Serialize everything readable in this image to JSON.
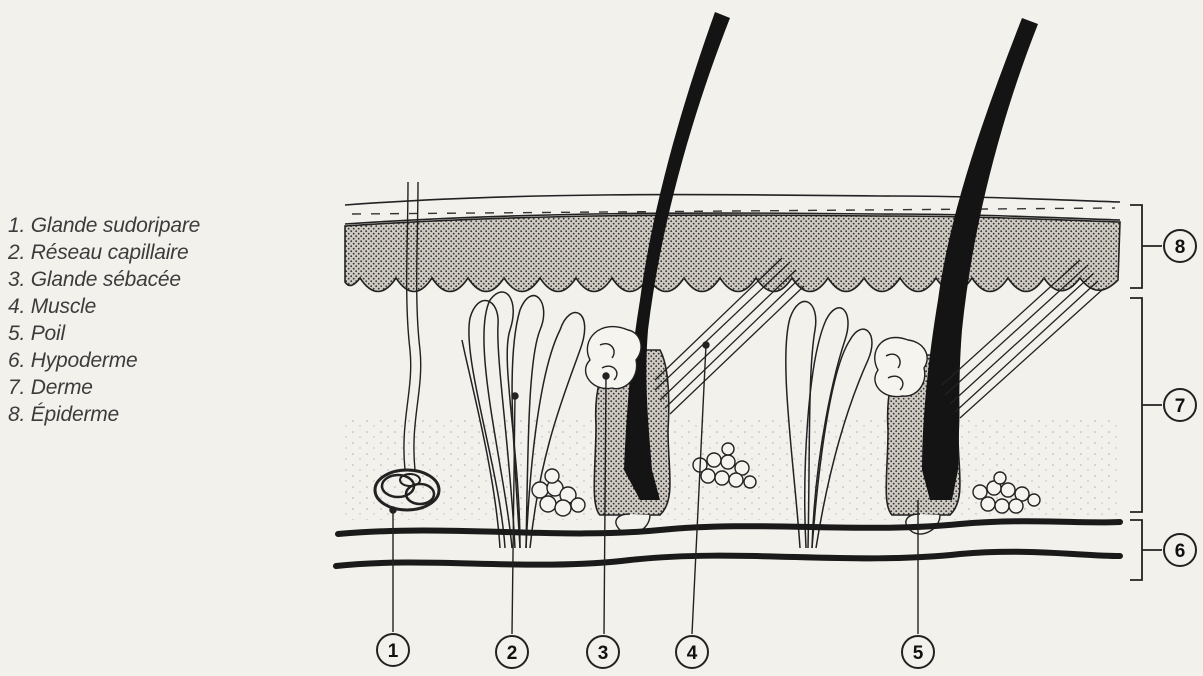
{
  "legend": [
    {
      "number": "1",
      "label": "1. Glande sudoripare"
    },
    {
      "number": "2",
      "label": "2. Réseau capillaire"
    },
    {
      "number": "3",
      "label": "3. Glande sébacée"
    },
    {
      "number": "4",
      "label": "4. Muscle"
    },
    {
      "number": "5",
      "label": "5. Poil"
    },
    {
      "number": "6",
      "label": "6. Hypoderme"
    },
    {
      "number": "7",
      "label": "7. Derme"
    },
    {
      "number": "8",
      "label": "8. Épiderme"
    }
  ],
  "callouts": {
    "c1": "1",
    "c2": "2",
    "c3": "3",
    "c4": "4",
    "c5": "5",
    "c6": "6",
    "c7": "7",
    "c8": "8"
  },
  "colors": {
    "ink": "#1a1a1a",
    "background": "#f3f1ec"
  }
}
